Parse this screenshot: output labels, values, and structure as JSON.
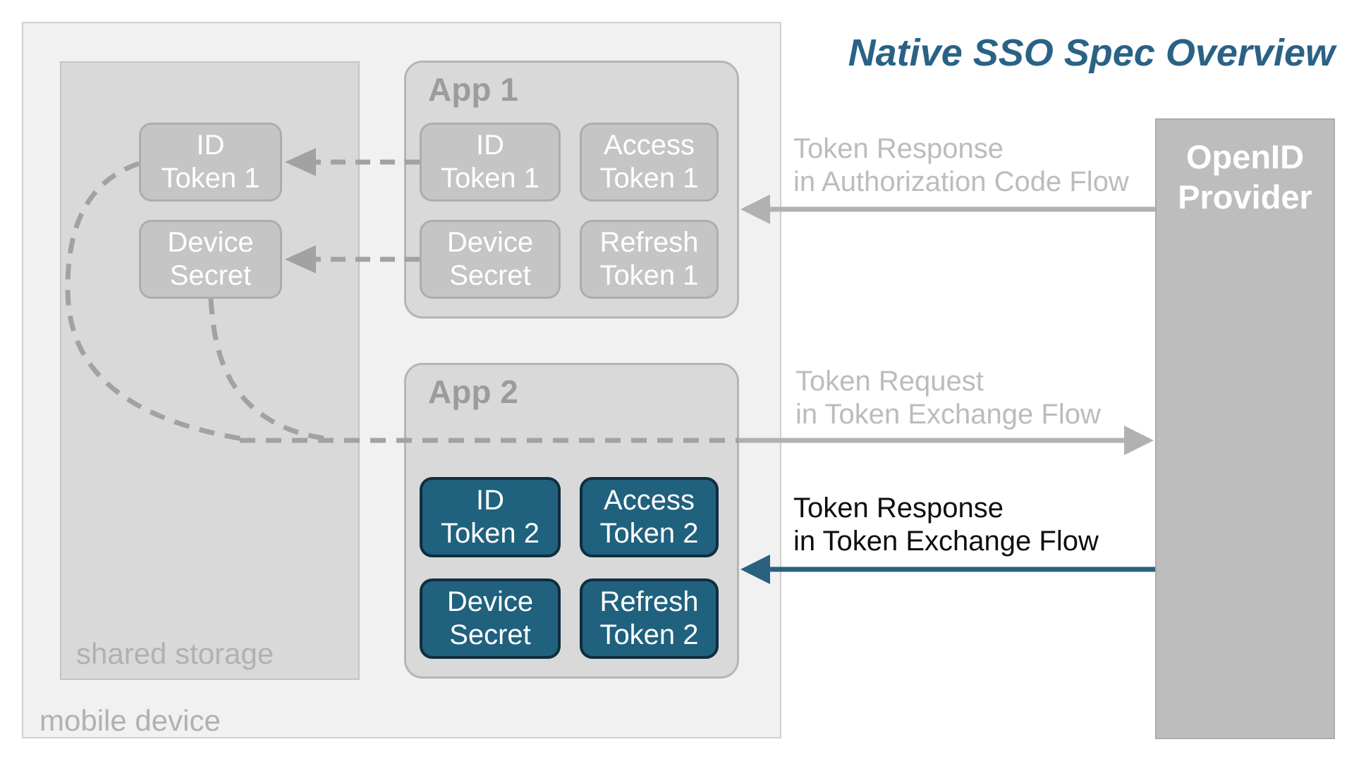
{
  "title": "Native SSO Spec Overview",
  "mobile_device": {
    "label": "mobile device"
  },
  "shared_storage": {
    "label": "shared storage",
    "id_token": "ID\nToken 1",
    "device_secret": "Device\nSecret"
  },
  "app1": {
    "label": "App 1",
    "id_token": "ID\nToken 1",
    "access_token": "Access\nToken 1",
    "device_secret": "Device\nSecret",
    "refresh_token": "Refresh\nToken 1"
  },
  "app2": {
    "label": "App 2",
    "id_token": "ID\nToken 2",
    "access_token": "Access\nToken 2",
    "device_secret": "Device\nSecret",
    "refresh_token": "Refresh\nToken 2"
  },
  "openid_provider": {
    "label": "OpenID\nProvider"
  },
  "arrows": {
    "auth_code_response": {
      "label": "Token Response\nin Authorization Code Flow"
    },
    "token_request": {
      "label": "Token Request\nin Token Exchange Flow"
    },
    "token_response": {
      "label": "Token Response\nin Token Exchange Flow"
    }
  },
  "colors": {
    "title_accent": "#2a6286",
    "teal_box_fill": "#20617e",
    "teal_box_border": "#0f2e3f",
    "teal_arrow": "#2a617e",
    "gray_arrow": "#b1b1b1",
    "dashed_gray": "#a2a2a2",
    "muted_label": "#bcbcbc",
    "zone_fill": "#d9d9d9",
    "mobile_fill": "#f1f1f2",
    "provider_fill": "#bdbdbd"
  }
}
